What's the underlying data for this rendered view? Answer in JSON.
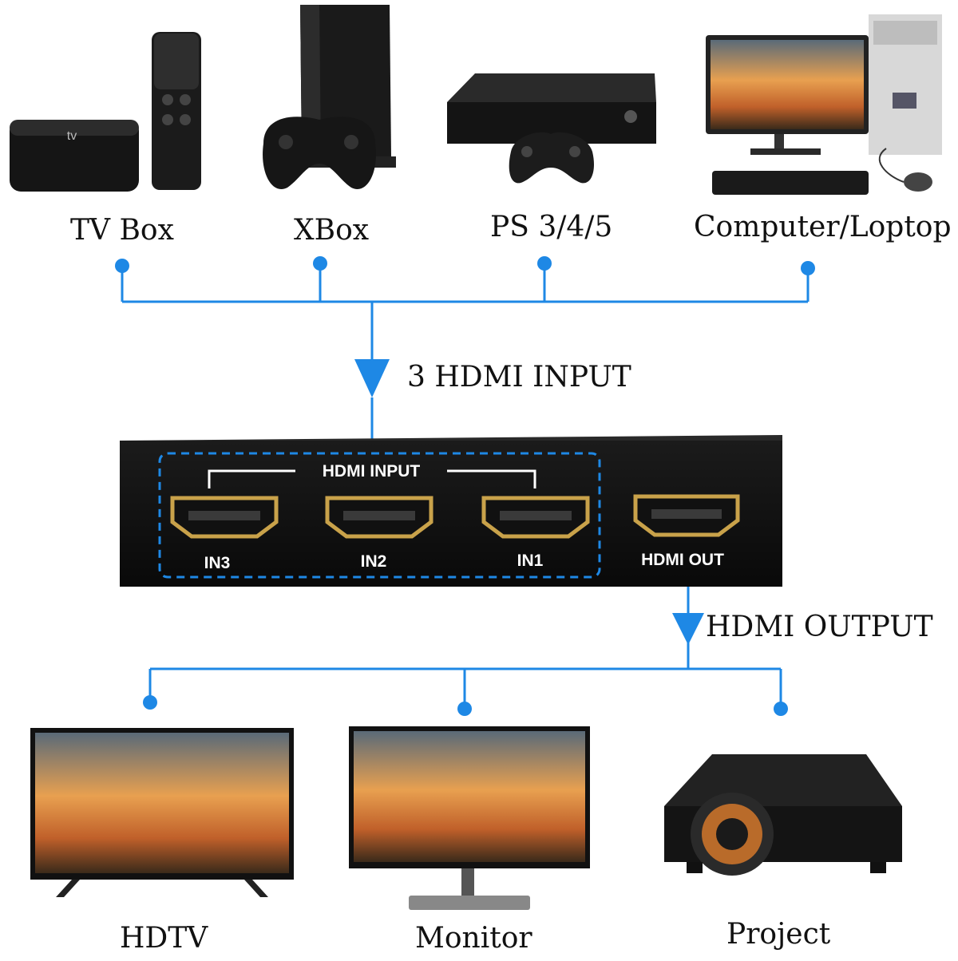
{
  "sources": [
    {
      "label": "TV Box",
      "icon": "apple-tv-icon"
    },
    {
      "label": "XBox",
      "icon": "game-console-icon"
    },
    {
      "label": "PS 3/4/5",
      "icon": "xbox-console-icon"
    },
    {
      "label": "Computer/Loptop",
      "icon": "desktop-computer-icon"
    }
  ],
  "input_caption": "3 HDMI INPUT",
  "switch": {
    "group_label": "HDMI INPUT",
    "ports": [
      "IN3",
      "IN2",
      "IN1"
    ],
    "out_label": "HDMI OUT"
  },
  "output_caption": "HDMI OUTPUT",
  "outputs": [
    {
      "label": "HDTV",
      "icon": "tv-icon"
    },
    {
      "label": "Monitor",
      "icon": "monitor-icon"
    },
    {
      "label": "Project",
      "icon": "projector-icon"
    }
  ],
  "colors": {
    "connector": "#1e88e5",
    "device": "#141414",
    "port_gold": "#c9a24a"
  }
}
